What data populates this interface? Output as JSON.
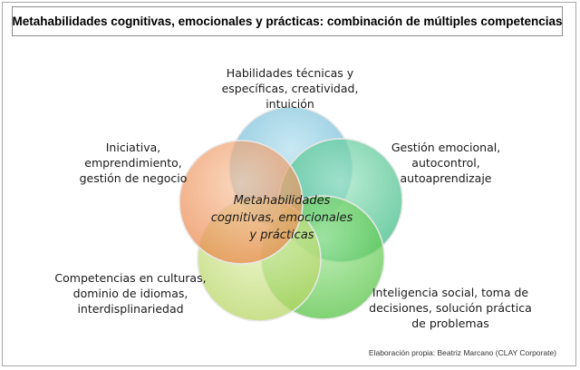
{
  "title": "Metahabilidades cognitivas, emocionales y prácticas: combinación de múltiples competencias",
  "center_label": [
    "Metahabilidades",
    "cognitivas, emocionales",
    "y prácticas"
  ],
  "circles": [
    {
      "lines": [
        "Habilidades técnicas y",
        "específicas, creatividad,",
        "intuición"
      ],
      "color": "#8ccbe0"
    },
    {
      "lines": [
        "Gestión emocional,",
        "autocontrol,",
        "autoaprendizaje"
      ],
      "color": "#56cc9c"
    },
    {
      "lines": [
        "Inteligencia social, toma de",
        "decisiones, solución práctica",
        "de problemas"
      ],
      "color": "#6fd15c"
    },
    {
      "lines": [
        "Competencias en culturas,",
        "dominio de idiomas,",
        "interdisplinariedad"
      ],
      "color": "#c7e07e"
    },
    {
      "lines": [
        "Iniciativa,",
        "emprendimiento,",
        "gestión de negocio"
      ],
      "color": "#f2a06c"
    }
  ],
  "credit": "Elaboración propia: Beatriz Marcano (CLAY Corporate)"
}
